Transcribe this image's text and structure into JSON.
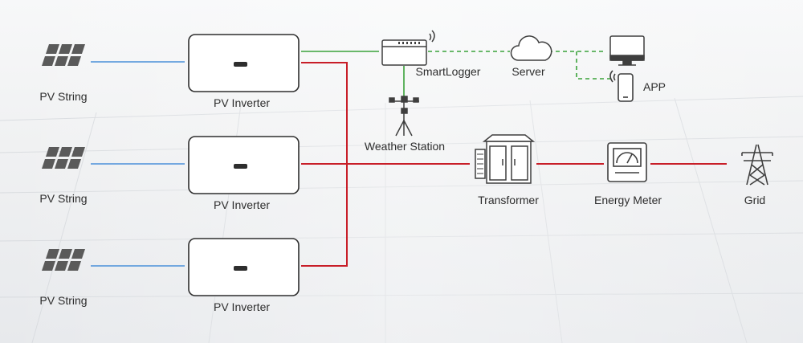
{
  "strings": [
    {
      "label": "PV String"
    },
    {
      "label": "PV String"
    },
    {
      "label": "PV String"
    }
  ],
  "inverters": [
    {
      "label": "PV Inverter"
    },
    {
      "label": "PV Inverter"
    },
    {
      "label": "PV Inverter"
    }
  ],
  "monitoring": {
    "smartlogger": "SmartLogger",
    "weather_station": "Weather Station",
    "server": "Server",
    "app": "APP"
  },
  "power_path": {
    "transformer": "Transformer",
    "energy_meter": "Energy Meter",
    "grid": "Grid"
  },
  "colors": {
    "dc_line": "#4a90d9",
    "ac_line": "#c81e28",
    "comm_line": "#3aa23a",
    "icon": "#4a4a4a"
  }
}
